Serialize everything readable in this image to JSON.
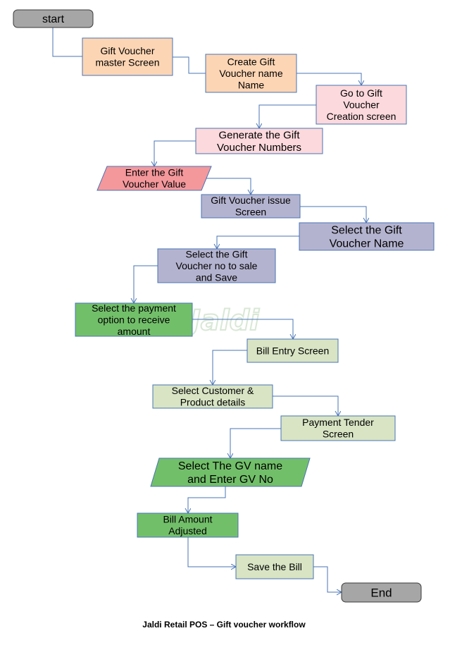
{
  "watermark": "Jaldi",
  "caption": "Jaldi Retail POS – Gift voucher workflow",
  "colors": {
    "terminal_fill": "#a6a6a6",
    "terminal_stroke": "#3a3a3a",
    "orange_fill": "#fcd5b4",
    "pink_fill": "#fcd9dc",
    "salmon_fill": "#f4989c",
    "lavender_fill": "#b4b3cf",
    "green_fill": "#72bf6a",
    "light_green_fill": "#d8e4c4",
    "box_stroke": "#4a74b5",
    "connector": "#4a74b5"
  },
  "nodes": [
    {
      "id": "start",
      "lines": [
        "start"
      ]
    },
    {
      "id": "gift-voucher-master-screen",
      "lines": [
        "Gift Voucher",
        "master Screen"
      ]
    },
    {
      "id": "create-gift-voucher-name",
      "lines": [
        "Create Gift",
        "Voucher name",
        "Name"
      ]
    },
    {
      "id": "go-to-gift-voucher-creation",
      "lines": [
        "Go to Gift",
        "Voucher",
        "Creation screen"
      ]
    },
    {
      "id": "generate-gift-voucher-numbers",
      "lines": [
        "Generate the Gift",
        "Voucher Numbers"
      ]
    },
    {
      "id": "enter-gift-voucher-value",
      "lines": [
        "Enter the Gift",
        "Voucher Value"
      ]
    },
    {
      "id": "gift-voucher-issue-screen",
      "lines": [
        "Gift Voucher issue",
        "Screen"
      ]
    },
    {
      "id": "select-gift-voucher-name",
      "lines": [
        "Select the Gift",
        "Voucher Name"
      ]
    },
    {
      "id": "select-gift-voucher-no",
      "lines": [
        "Select the Gift",
        "Voucher no to sale",
        "and Save"
      ]
    },
    {
      "id": "select-payment-option",
      "lines": [
        "Select the payment",
        "option to receive",
        "amount"
      ]
    },
    {
      "id": "bill-entry-screen",
      "lines": [
        "Bill Entry Screen"
      ]
    },
    {
      "id": "select-customer-product",
      "lines": [
        "Select Customer &",
        "Product details"
      ]
    },
    {
      "id": "payment-tender-screen",
      "lines": [
        "Payment Tender",
        "Screen"
      ]
    },
    {
      "id": "select-gv-name",
      "lines": [
        "Select The GV name",
        "and Enter GV No"
      ]
    },
    {
      "id": "bill-amount-adjusted",
      "lines": [
        "Bill Amount",
        "Adjusted"
      ]
    },
    {
      "id": "save-the-bill",
      "lines": [
        "Save the Bill"
      ]
    },
    {
      "id": "end",
      "lines": [
        "End"
      ]
    }
  ]
}
